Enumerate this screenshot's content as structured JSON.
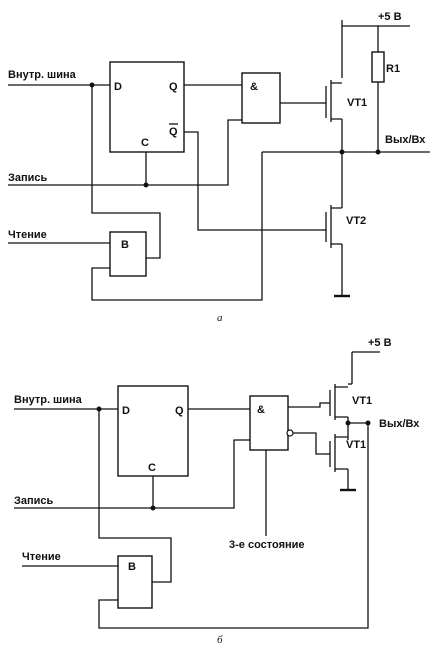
{
  "diagram_a": {
    "bus_label": "Внутр. шина",
    "write_label": "Запись",
    "read_label": "Чтение",
    "flipflop": {
      "d": "D",
      "q": "Q",
      "qbar": "Q",
      "c": "C"
    },
    "and_gate": "&",
    "buffer": "B",
    "supply": "+5 В",
    "resistor": "R1",
    "transistor_top": "VT1",
    "transistor_bottom": "VT2",
    "output": "Вых/Вх",
    "caption": "а"
  },
  "diagram_b": {
    "bus_label": "Внутр. шина",
    "write_label": "Запись",
    "read_label": "Чтение",
    "flipflop": {
      "d": "D",
      "q": "Q",
      "c": "C"
    },
    "and_gate": "&",
    "buffer": "B",
    "supply": "+5 В",
    "transistor_top": "VT1",
    "transistor_bottom": "VT1",
    "output": "Вых/Вх",
    "tristate_label": "3-е состояние",
    "caption": "б"
  }
}
